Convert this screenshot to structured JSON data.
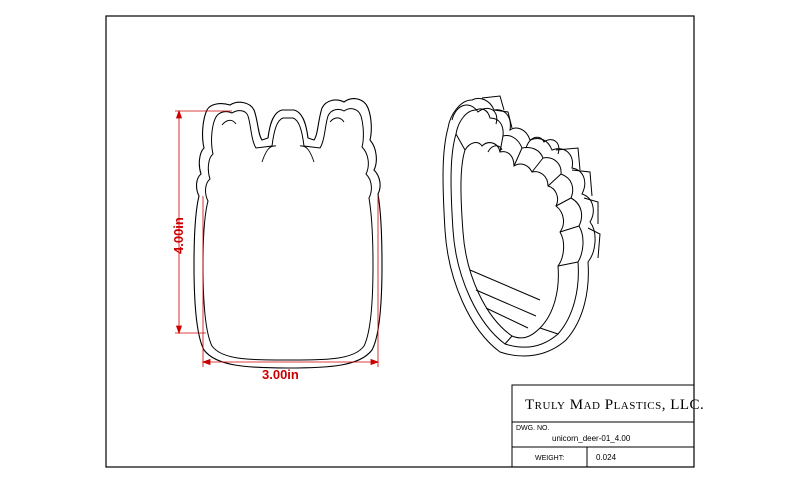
{
  "dimensions": {
    "height_label": "4.00in",
    "width_label": "3.00in",
    "color": "#cc0000"
  },
  "title_block": {
    "company": "Truly Mad Plastics, LLC.",
    "dwg_no_label": "DWG. NO.",
    "dwg_no_value": "unicorn_deer-01_4.00",
    "weight_label": "WEIGHT:",
    "weight_value": "0.024"
  },
  "icons": {
    "front_view": "cookie-cutter-front-outline-icon",
    "iso_view": "cookie-cutter-isometric-icon"
  }
}
